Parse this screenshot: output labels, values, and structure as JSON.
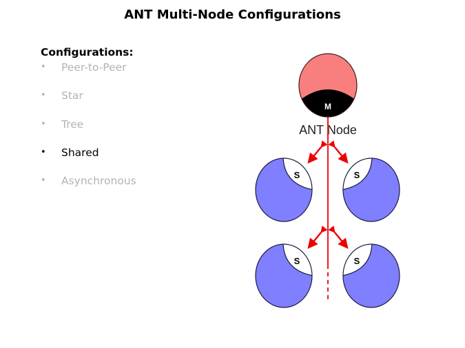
{
  "slide": {
    "title": "ANT Multi-Node Configurations",
    "heading": "Configurations:",
    "bullet_char": "•",
    "bullets": [
      {
        "label": "Peer-to-Peer",
        "state": "dim"
      },
      {
        "label": "Star",
        "state": "dim"
      },
      {
        "label": "Tree",
        "state": "dim"
      },
      {
        "label": "Shared",
        "state": "active"
      },
      {
        "label": "Asynchronous",
        "state": "dim"
      }
    ]
  },
  "diagram": {
    "master": {
      "letter": "M",
      "label": "ANT Node",
      "color": "#f97f7f",
      "cap_color": "#000000"
    },
    "slaves": [
      {
        "letter": "S",
        "position": "upper-left",
        "color": "#7f7fff"
      },
      {
        "letter": "S",
        "position": "upper-right",
        "color": "#7f7fff"
      },
      {
        "letter": "S",
        "position": "lower-left",
        "color": "#7f7fff"
      },
      {
        "letter": "S",
        "position": "lower-right",
        "color": "#7f7fff"
      }
    ],
    "bus_color": "#e8252b",
    "arrow_color": "#ee0000"
  }
}
